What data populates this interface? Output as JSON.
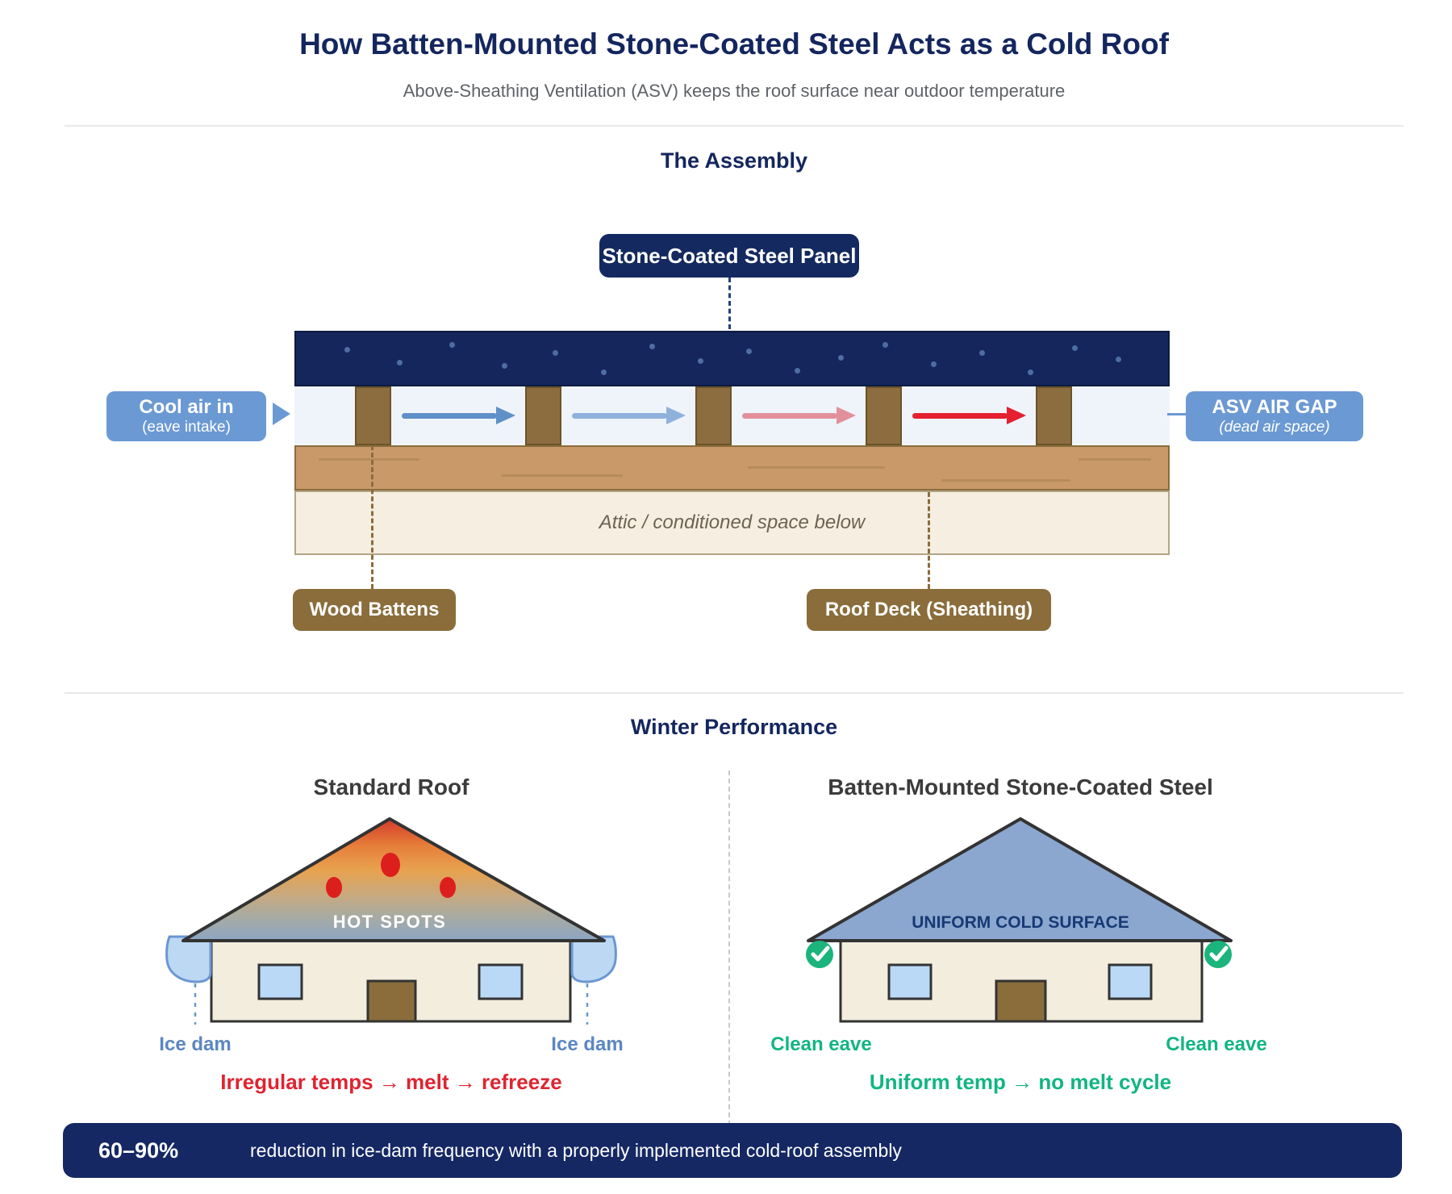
{
  "header": {
    "title": "How Batten-Mounted Stone-Coated Steel Acts as a Cold Roof",
    "subtitle": "Above-Sheathing Ventilation (ASV) keeps the roof surface near outdoor temperature"
  },
  "assembly": {
    "heading": "The Assembly",
    "panel_label": "Stone-Coated Steel Panel",
    "cool_air_title": "Cool air in",
    "cool_air_subtitle": "(eave intake)",
    "asv_title": "ASV AIR GAP",
    "asv_subtitle": "(dead air space)",
    "attic_label": "Attic / conditioned space below",
    "battens_label": "Wood Battens",
    "deck_label": "Roof Deck (Sheathing)"
  },
  "winter": {
    "heading": "Winter Performance",
    "standard": {
      "title": "Standard Roof",
      "roof_text": "HOT SPOTS",
      "left_eave_label": "Ice dam",
      "right_eave_label": "Ice dam",
      "caption": "Irregular temps → melt → refreeze"
    },
    "cold": {
      "title": "Batten-Mounted Stone-Coated Steel",
      "roof_text": "UNIFORM COLD SURFACE",
      "left_eave_label": "Clean eave",
      "right_eave_label": "Clean eave",
      "caption": "Uniform temp → no melt cycle"
    }
  },
  "footer": {
    "stat": "60–90%",
    "description": "reduction in ice-dam frequency with a properly implemented cold-roof assembly"
  },
  "colors": {
    "navy": "#14265e",
    "panel_navy": "#14265b",
    "label_blue": "#6b99d3",
    "batten_brown": "#8a6d3b",
    "deck_tan": "#c9996a",
    "attic_beige": "#f6efe1",
    "air_gap_blue": "#eff4fb",
    "arrow_cool": "#6090c8",
    "arrow_cool_light": "#8fb1dc",
    "arrow_warm": "#e2919c",
    "arrow_hot": "#e52030",
    "ice_dam_blue": "#b5d4f2",
    "ice_label_blue": "#5b86c2",
    "alert_red": "#e02430",
    "success_green": "#12b582",
    "cold_roof_blue": "#8ba7cf",
    "banner_navy": "#152864"
  }
}
